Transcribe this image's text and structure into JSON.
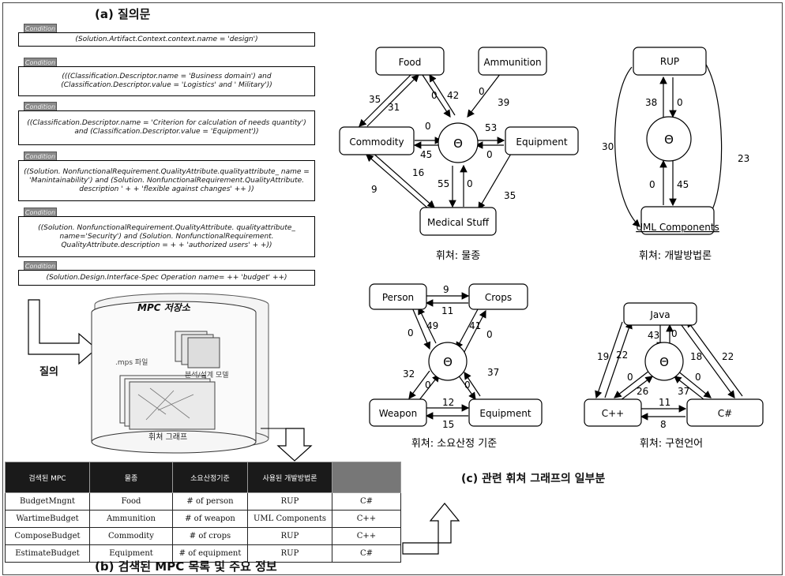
{
  "title_a": "(a) 질의문",
  "query_labels": [
    "Condition",
    "Condition",
    "Condition",
    "Condition",
    "Condition",
    "Condition"
  ],
  "queries": [
    "(Solution.Artifact.Context.context.name = 'design')",
    "(((Classification.Descriptor.name = 'Business domain') and (Classification.Descriptor.value = 'Logistics' and ' Military'))",
    "((Classification.Descriptor.name = 'Criterion for calculation of needs quantity') and (Classification.Descriptor.value = 'Equipment'))",
    "((Solution. NonfunctionalRequirement.QualityAttribute.qualityattribute_ name = 'Manintainability') and (Solution. NonfunctionalRequirement.QualityAttribute. description ' + + 'flexible against changes' ++ ))",
    "((Solution. NonfunctionalRequirement.QualityAttribute. qualityattribute_ name='Security') and (Solution. NonfunctionalRequirement. QualityAttribute.description = + + 'authorized users' + +))",
    "(Solution.Design.Interface-Spec Operation name= ++ 'budget' ++)"
  ],
  "repo": {
    "title": "MPC 저장소",
    "query_label": "질의",
    "mpc_file_label": ".mps 파일",
    "model_label": "분석/설계 모델",
    "graph_label": "휘쳐 그래프"
  },
  "table": {
    "headers": [
      "검색된 MPC",
      "물종",
      "소요산정기준",
      "사용된 개발방법론",
      ""
    ],
    "rows": [
      [
        "BudgetMngnt",
        "Food",
        "# of person",
        "RUP",
        "C#"
      ],
      [
        "WartimeBudget",
        "Ammunition",
        "# of weapon",
        "UML Components",
        "C++"
      ],
      [
        "ComposeBudget",
        "Commodity",
        "# of crops",
        "RUP",
        "C++"
      ],
      [
        "EstimateBudget",
        "Equipment",
        "# of equipment",
        "RUP",
        "C#"
      ]
    ],
    "caption": "(b) 검색된 MPC 목록 및 주요 정보"
  },
  "graphs": {
    "center_symbol": "Θ",
    "g1": {
      "caption": "휘쳐: 물종",
      "nodes": [
        "Food",
        "Ammunition",
        "Commodity",
        "Equipment",
        "Medical Stuff"
      ],
      "labels": [
        "35",
        "31",
        "0",
        "42",
        "0",
        "39",
        "0",
        "45",
        "53",
        "0",
        "16",
        "9",
        "55",
        "0",
        "35"
      ]
    },
    "g2": {
      "caption": "휘쳐: 개발방법론",
      "nodes": [
        "RUP",
        "UML Components"
      ],
      "labels": [
        "38",
        "0",
        "30",
        "23",
        "0",
        "45"
      ]
    },
    "g3": {
      "caption": "휘쳐: 소요산정 기준",
      "nodes": [
        "Person",
        "Crops",
        "Weapon",
        "Equipment"
      ],
      "labels": [
        "9",
        "11",
        "49",
        "41",
        "0",
        "0",
        "32",
        "0",
        "0",
        "37",
        "12",
        "15"
      ]
    },
    "g4": {
      "caption": "휘쳐: 구현언어",
      "nodes": [
        "Java",
        "C++",
        "C#"
      ],
      "labels": [
        "43",
        "0",
        "19",
        "22",
        "18",
        "22",
        "0",
        "0",
        "26",
        "37",
        "11",
        "8"
      ]
    },
    "caption_c": "(c) 관련 휘쳐 그래프의 일부분"
  }
}
